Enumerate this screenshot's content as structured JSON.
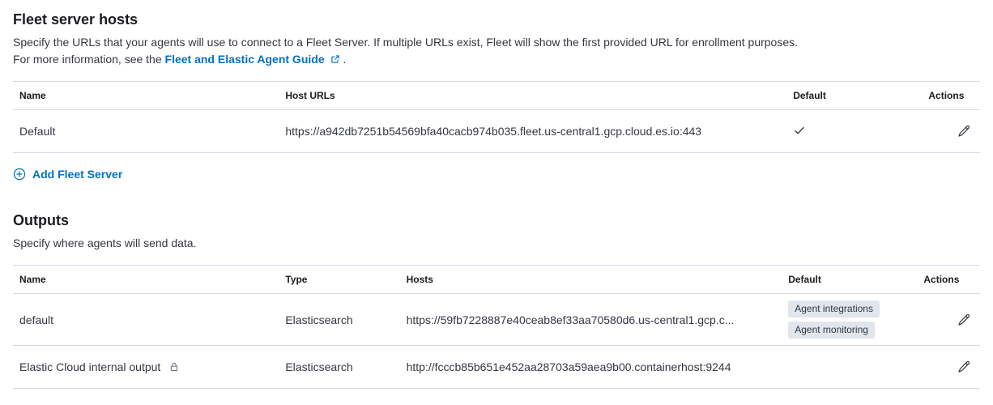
{
  "colors": {
    "link_accent": "#0071C2",
    "badge_background": "#E0E5EE",
    "table_border": "#D3DAE6"
  },
  "fleet_server_hosts": {
    "title": "Fleet server hosts",
    "description_line1": "Specify the URLs that your agents will use to connect to a Fleet Server. If multiple URLs exist, Fleet will show the first provided URL for enrollment purposes.",
    "description_line2_prefix": "For more information, see the",
    "guide_link_label": "Fleet and Elastic Agent Guide",
    "description_line2_suffix": ".",
    "table": {
      "headers": [
        "Name",
        "Host URLs",
        "Default",
        "Actions"
      ],
      "rows": [
        {
          "name": "Default",
          "host_urls": "https://a942db7251b54569bfa40cacb974b035.fleet.us-central1.gcp.cloud.es.io:443",
          "is_default": "true"
        }
      ]
    },
    "add_button_label": "Add Fleet Server"
  },
  "outputs": {
    "title": "Outputs",
    "description": "Specify where agents will send data.",
    "table": {
      "headers": [
        "Name",
        "Type",
        "Hosts",
        "Default",
        "Actions"
      ],
      "rows": [
        {
          "name": "default",
          "type": "Elasticsearch",
          "hosts": "https://59fb7228887e40ceab8ef33aa70580d6.us-central1.gcp.c...",
          "default_badges": [
            "Agent integrations",
            "Agent monitoring"
          ]
        },
        {
          "name": "Elastic Cloud internal output",
          "locked": "true",
          "type": "Elasticsearch",
          "hosts": "http://fcccb85b651e452aa28703a59aea9b00.containerhost:9244",
          "default_badges": []
        }
      ]
    }
  }
}
